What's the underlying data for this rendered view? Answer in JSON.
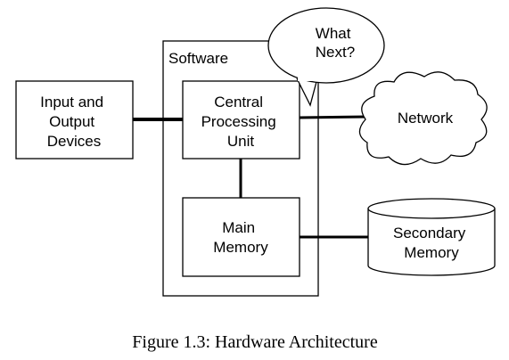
{
  "diagram": {
    "software_label": "Software",
    "io": {
      "line1": "Input and",
      "line2": "Output",
      "line3": "Devices"
    },
    "cpu": {
      "line1": "Central",
      "line2": "Processing",
      "line3": "Unit"
    },
    "memory": {
      "line1": "Main",
      "line2": "Memory"
    },
    "thought": {
      "line1": "What",
      "line2": "Next?"
    },
    "network_label": "Network",
    "secondary": {
      "line1": "Secondary",
      "line2": "Memory"
    }
  },
  "caption": "Figure 1.3: Hardware Architecture",
  "colors": {
    "stroke": "#000000",
    "background": "#ffffff"
  }
}
